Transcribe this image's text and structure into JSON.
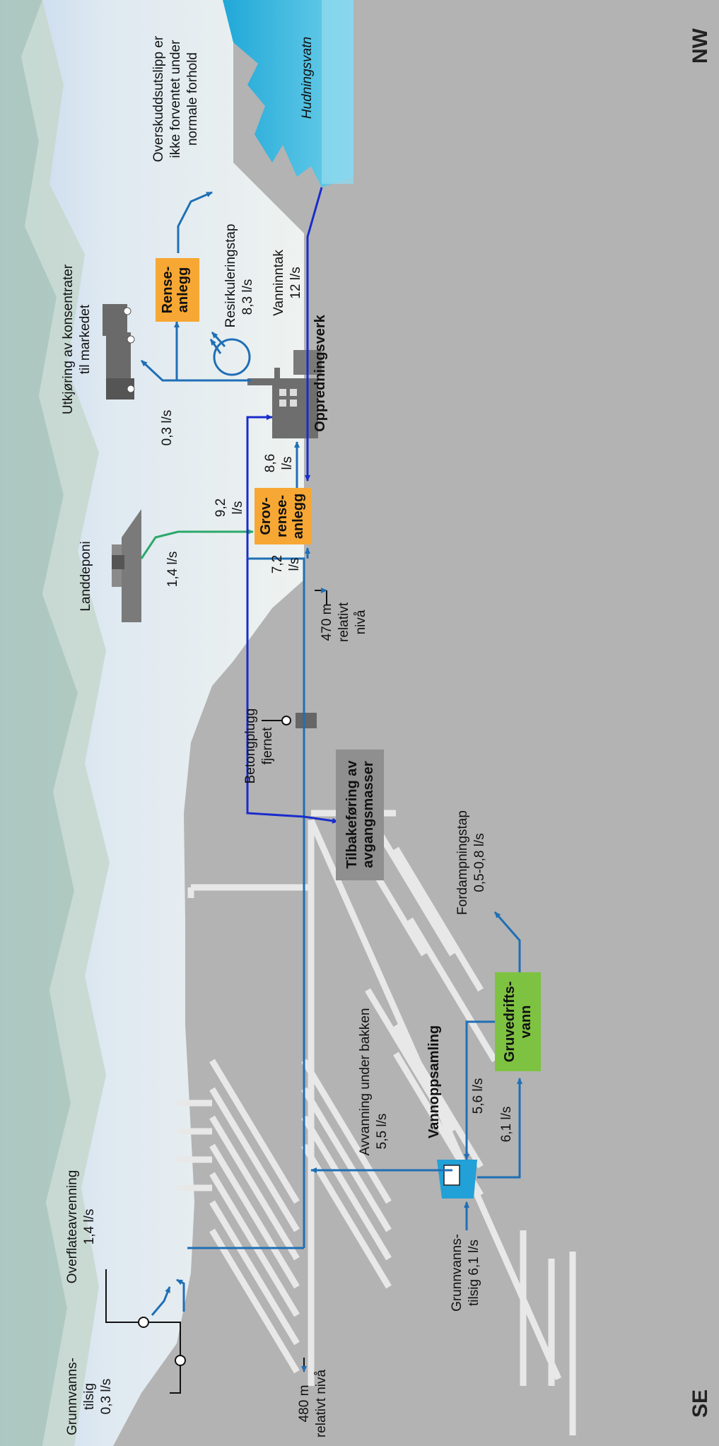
{
  "compass": {
    "left": "NW",
    "right": "SE"
  },
  "lake": {
    "name": "Hudningsvatn"
  },
  "labels": {
    "overflow": [
      "Overskuddsutslipp er",
      "ikke forventet under",
      "normale forhold"
    ],
    "recirc_loss": [
      "Resirkuleringstap",
      "8,3 l/s"
    ],
    "water_intake": [
      "Vanninntak",
      "12 l/s"
    ],
    "plant": "Oppredningsverk",
    "export": [
      "Utkjøring av konsentrater",
      "til markedet"
    ],
    "export_flow": "0,3 l/s",
    "landfill": "Landdeponi",
    "landfill_flow": "1,4 l/s",
    "flow_92": [
      "9,2",
      "l/s"
    ],
    "flow_86": [
      "8,6",
      "l/s"
    ],
    "flow_72": [
      "7,2",
      "l/s"
    ],
    "level_470": [
      "470 m",
      "relativt",
      "nivå"
    ],
    "plug": [
      "Betongplugg",
      "fjernet"
    ],
    "backfill": [
      "Tilbakeføring av",
      "avgangsmasser"
    ],
    "evaporation": [
      "Fordampningstap",
      "0,5-0,8 l/s"
    ],
    "underground": [
      "Avvanning under bakken",
      "5,5 l/s"
    ],
    "water_collection": "Vannoppsamling",
    "flow_56": "5,6 l/s",
    "flow_61": "6,1 l/s",
    "surface_runoff": [
      "Overflateavrenning",
      "1,4 l/s"
    ],
    "gw_top": [
      "Grunnvanns-",
      "tilsig",
      "0,3 l/s"
    ],
    "gw_mine": [
      "Grunnvanns-",
      "tilsig 6,1 l/s"
    ],
    "level_480": [
      "480 m",
      "relativt nivå"
    ]
  },
  "boxes": {
    "rense": [
      "Rense-",
      "anlegg"
    ],
    "grov": [
      "Grov-",
      "rense-",
      "anlegg"
    ],
    "gruvedrift": [
      "Gruvedrifts-",
      "vann"
    ]
  },
  "colors": {
    "flow_blue": "#1f6fb5",
    "dark_blue": "#1a2ccc",
    "green_flow": "#2aa86a",
    "orange_box": "#f7a733",
    "green_box": "#7ec242",
    "gray_box": "#8f8f8f",
    "rock": "#b3b3b3",
    "tunnel": "#e8e8e8"
  }
}
